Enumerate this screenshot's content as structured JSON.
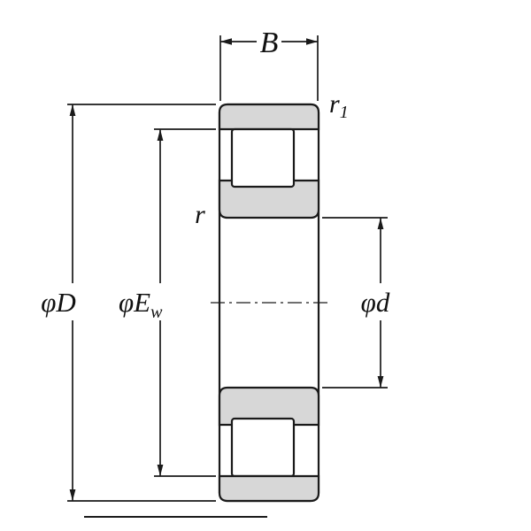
{
  "diagram": {
    "kind": "cylindrical-roller-bearing-cross-section",
    "colors": {
      "line": "#1a1a1a",
      "ring_fill": "#d7d7d7",
      "background": "#ffffff"
    },
    "labels": {
      "width": {
        "text": "B"
      },
      "outer_chamfer": {
        "base": "r",
        "sub": "1"
      },
      "inner_chamfer": {
        "text": "r"
      },
      "outer_diameter": {
        "phi": "φ",
        "letter": "D"
      },
      "raceway_diameter": {
        "phi": "φ",
        "letter": "E",
        "sub": "w"
      },
      "bore_diameter": {
        "phi": "φ",
        "letter": "d"
      }
    }
  }
}
